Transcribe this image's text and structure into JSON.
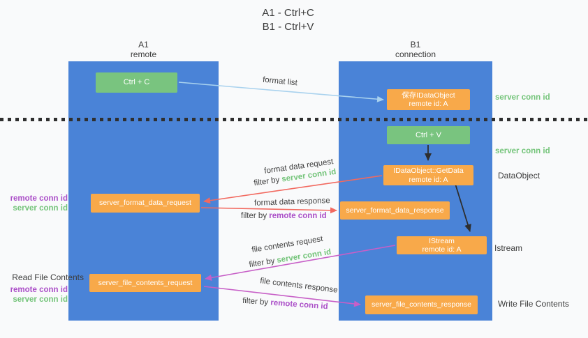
{
  "title": {
    "line1": "A1 - Ctrl+C",
    "line2": "B1 - Ctrl+V"
  },
  "lanes": {
    "a1": {
      "name": "A1",
      "subtitle": "remote"
    },
    "b1": {
      "name": "B1",
      "subtitle": "connection"
    }
  },
  "boxes": {
    "ctrl_c": {
      "label": "Ctrl + C"
    },
    "save_dataobject": {
      "line1": "保存IDataObject",
      "line2": "remote id: A"
    },
    "ctrl_v": {
      "label": "Ctrl + V"
    },
    "getdata": {
      "line1": "IDataObject::GetData",
      "line2": "remote id: A"
    },
    "format_request": {
      "label": "server_format_data_request"
    },
    "format_response": {
      "label": "server_format_data_response"
    },
    "istream": {
      "line1": "IStream",
      "line2": "remote id: A"
    },
    "file_request": {
      "label": "server_file_contents_request"
    },
    "file_response": {
      "label": "server_file_contents_response"
    }
  },
  "left_labels": {
    "remote_conn_id_1": "remote conn id",
    "server_conn_id_1": "server conn id",
    "read_file_contents": "Read File Contents",
    "remote_conn_id_2": "remote conn id",
    "server_conn_id_2": "server conn id"
  },
  "right_labels": {
    "server_conn_id_1": "server conn id",
    "server_conn_id_2": "server conn id",
    "dataobject": "DataObject",
    "istream": "Istream",
    "write_file_contents": "Write File Contents"
  },
  "flow_labels": {
    "format_list": "format list",
    "format_data_request": "format data request",
    "format_data_response": "format data response",
    "file_contents_request": "file contents request",
    "file_contents_response": "file contents response",
    "filter_by": "filter by ",
    "filter_server_conn_id": "server conn id",
    "filter_remote_conn_id": "remote conn id"
  },
  "colors": {
    "lane_blue": "#4a83d7",
    "box_green": "#79c47f",
    "box_orange": "#f8a94a",
    "label_green": "#74c47a",
    "label_purple": "#ab4fc8",
    "arrow_red": "#f2695f",
    "arrow_magenta": "#c75fc7",
    "arrow_light_blue": "#a9d2ee",
    "arrow_black": "#2e2e2e"
  }
}
